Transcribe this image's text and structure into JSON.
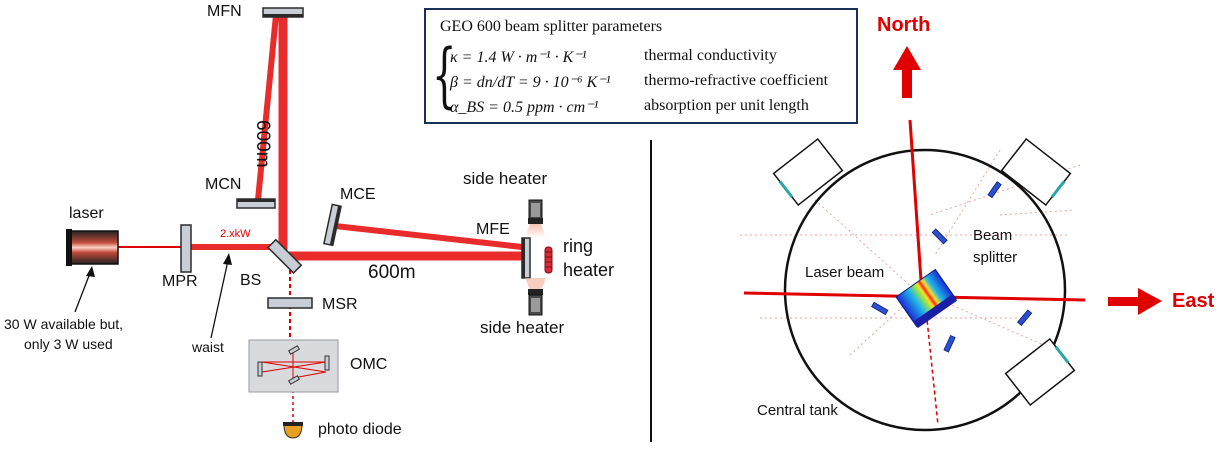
{
  "left_diagram": {
    "labels": {
      "mfn": "MFN",
      "dist_vertical": "600m",
      "mcn": "MCN",
      "mce": "MCE",
      "side_heater_top": "side heater",
      "mfe": "MFE",
      "ring_heater": "ring\nheater",
      "laser": "laser",
      "power": "2.xkW",
      "mpr": "MPR",
      "bs": "BS",
      "dist_horizontal": "600m",
      "msr": "MSR",
      "side_heater_bottom": "side heater",
      "laser_note_1": "30 W available but,",
      "laser_note_2": "only 3 W used",
      "waist": "waist",
      "omc": "OMC",
      "photo_diode": "photo diode"
    }
  },
  "parameters": {
    "title": "GEO 600 beam splitter parameters",
    "rows": [
      {
        "equation": "κ = 1.4 W · m⁻¹ · K⁻¹",
        "description": "thermal conductivity"
      },
      {
        "equation": "β = dn/dT = 9 · 10⁻⁶ K⁻¹",
        "description": "thermo-refractive coefficient"
      },
      {
        "equation": "α_BS = 0.5 ppm · cm⁻¹",
        "description": "absorption per unit length"
      }
    ]
  },
  "right_diagram": {
    "labels": {
      "north": "North",
      "east": "East",
      "beam_splitter_1": "Beam",
      "beam_splitter_2": "splitter",
      "laser_beam": "Laser beam",
      "central_tank": "Central tank"
    }
  },
  "colors": {
    "beam": "#e82c2c",
    "thin_beam": "#e00000",
    "mirror_fill": "#c9cdd6",
    "mirror_dark": "#2b2b2b",
    "optic_blue": "#2a4fd1",
    "omc_box": "#d9dade",
    "params_border": "#1b2f5b",
    "label_red": "#e00000"
  }
}
